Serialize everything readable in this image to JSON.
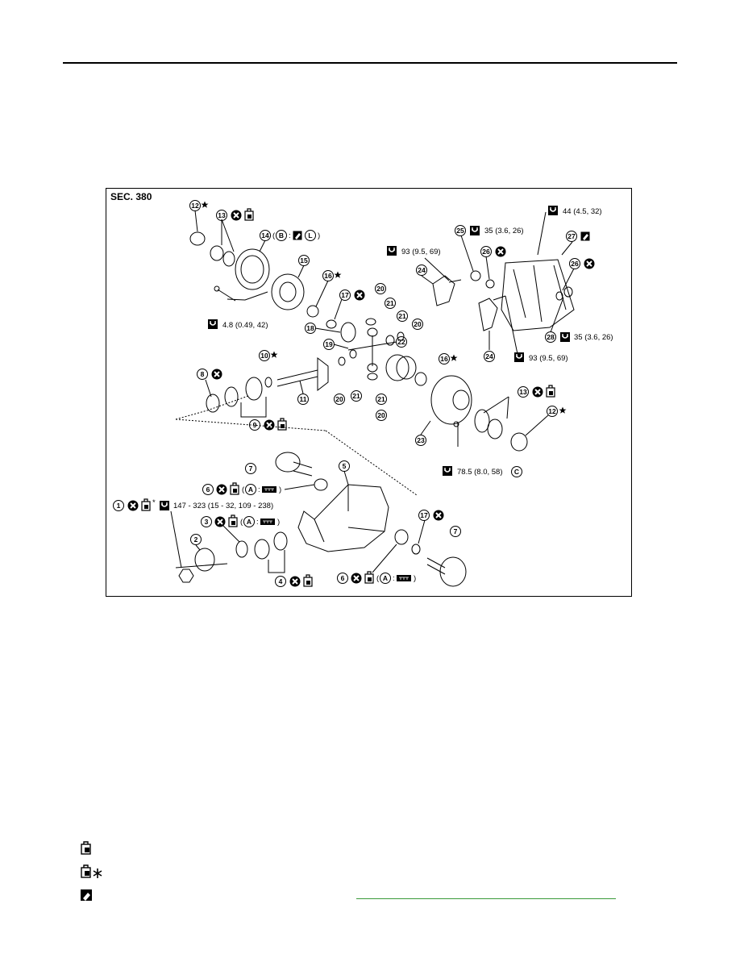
{
  "diagram": {
    "section": "SEC. 380",
    "torques": {
      "t44": "44 (4.5, 32)",
      "t35a": "35 (3.6, 26)",
      "t93a": "93 (9.5, 69)",
      "t93b": "93 (9.5, 69)",
      "t48": "4.8 (0.49, 42)",
      "t35b": "35 (3.6, 26)",
      "t785": "78.5 (8.0, 58)",
      "t147": "147 - 323 (15 - 32, 109 - 238)"
    },
    "labels": {
      "b_l_open": "(",
      "b_l_mid": ":",
      "b_l_close": ")",
      "a_open": "(",
      "a_colon": ":",
      "a_close": ")",
      "star": "★",
      "asterisk": "*"
    },
    "parts": [
      "1",
      "2",
      "3",
      "4",
      "5",
      "6",
      "7",
      "8",
      "9",
      "10",
      "11",
      "12",
      "13",
      "14",
      "15",
      "16",
      "17",
      "18",
      "19",
      "20",
      "21",
      "22",
      "23",
      "24",
      "25",
      "26",
      "27",
      "28"
    ],
    "letters": [
      "A",
      "B",
      "C",
      "L"
    ]
  },
  "colors": {
    "link": "#3a9a3a"
  },
  "icons": [
    "grease-icon",
    "grease-asterisk-icon",
    "sealant-icon",
    "replace-x-icon",
    "torque-icon",
    "star-icon"
  ]
}
